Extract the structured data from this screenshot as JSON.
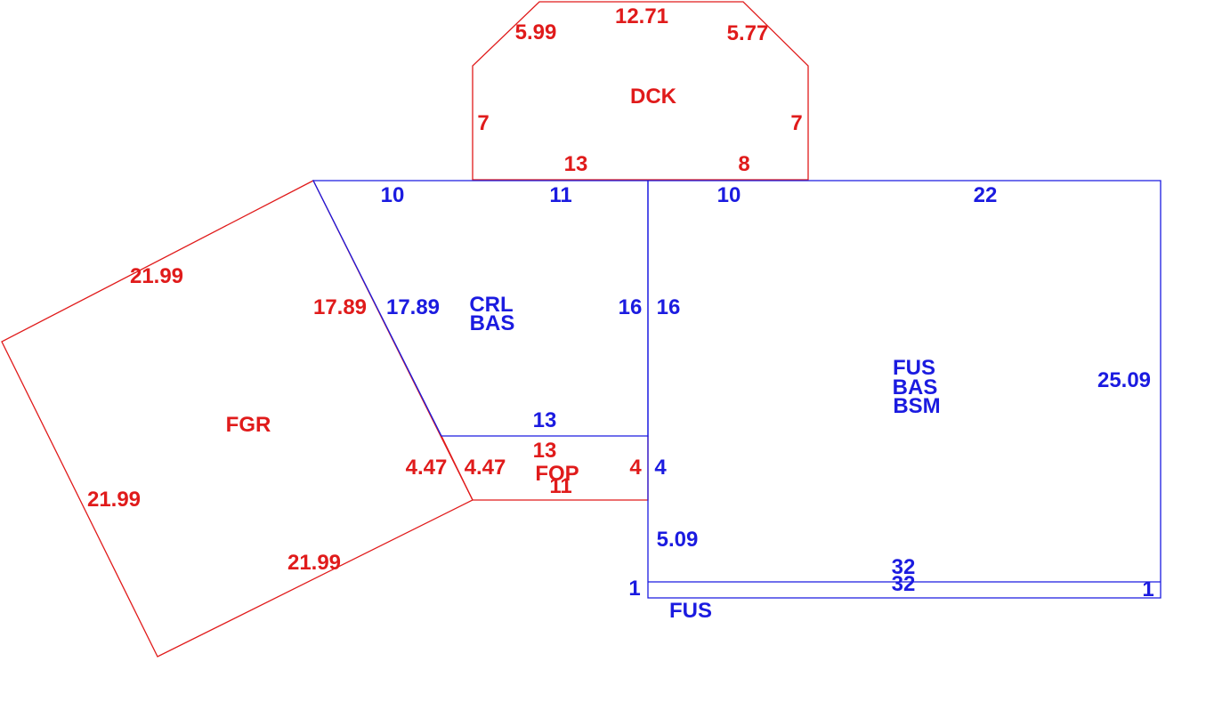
{
  "colors": {
    "red": "#e01b1b",
    "blue": "#1b1be0",
    "background": "#ffffff"
  },
  "areas": {
    "dck": {
      "code": "DCK",
      "sides": {
        "top": "12.71",
        "top_left": "5.99",
        "top_right": "5.77",
        "left": "7",
        "right": "7",
        "bottom_left": "13",
        "bottom_right": "8"
      }
    },
    "fgr": {
      "code": "FGR",
      "sides": {
        "top": "21.99",
        "right": "17.89",
        "left": "21.99",
        "bottom": "21.99"
      }
    },
    "crl_bas": {
      "codes": [
        "CRL",
        "BAS"
      ],
      "sides": {
        "top_left": "10",
        "top_right": "11",
        "left": "17.89",
        "right": "16",
        "bottom": "13"
      }
    },
    "fop": {
      "code": "FOP",
      "sides": {
        "top": "13",
        "left": "4.47",
        "left_outer": "4.47",
        "right": "4",
        "bottom": "11"
      }
    },
    "fus_bas_bsm": {
      "codes": [
        "FUS",
        "BAS",
        "BSM"
      ],
      "sides": {
        "top_left": "10",
        "top_right": "22",
        "left": "16",
        "left_lower": "4",
        "left_bottom": "5.09",
        "right": "25.09",
        "bottom": "32"
      }
    },
    "fus_strip": {
      "code": "FUS",
      "sides": {
        "top": "32",
        "left": "1",
        "right": "1"
      }
    }
  }
}
